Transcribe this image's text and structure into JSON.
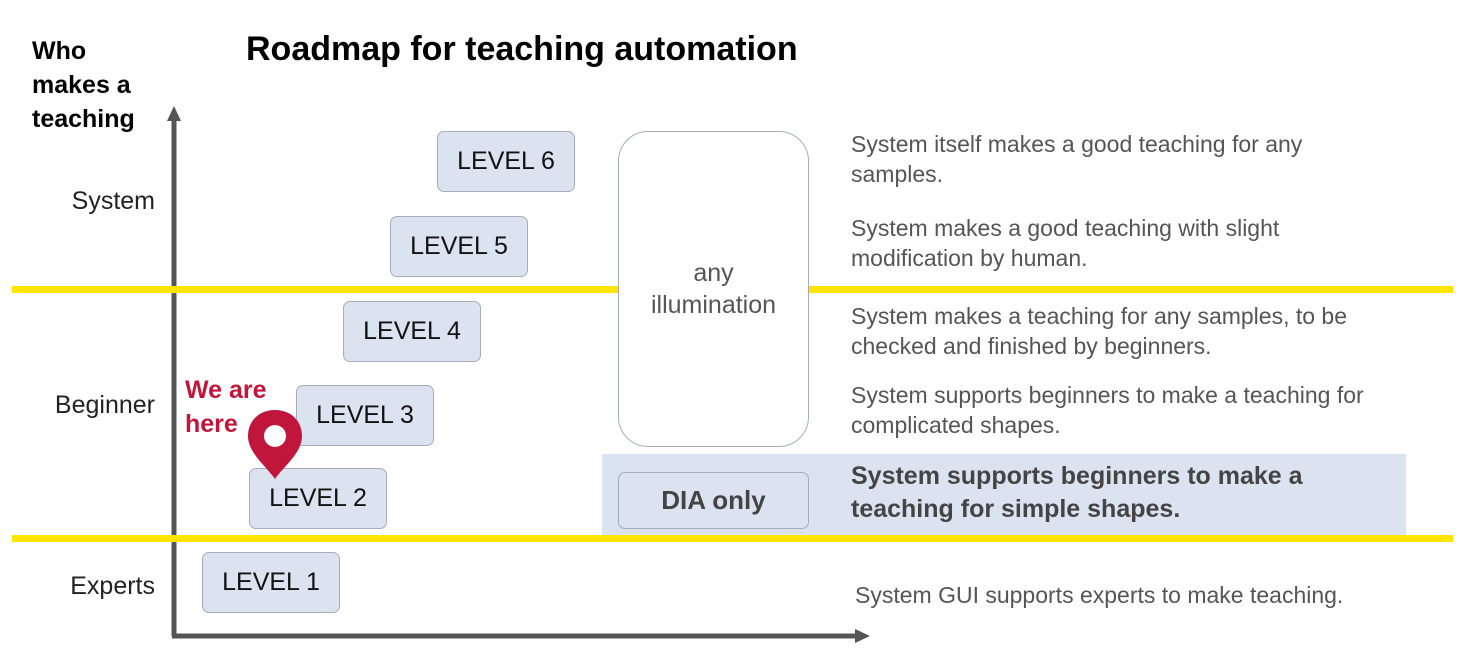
{
  "title": "Roadmap for teaching automation",
  "y_axis_heading": [
    "Who",
    "makes a",
    "teaching"
  ],
  "categories": {
    "system": "System",
    "beginner": "Beginner",
    "experts": "Experts"
  },
  "levels": [
    "LEVEL 1",
    "LEVEL 2",
    "LEVEL 3",
    "LEVEL 4",
    "LEVEL 5",
    "LEVEL 6"
  ],
  "illumination": [
    "any",
    "illumination"
  ],
  "dia_only": "DIA only",
  "marker": [
    "We are",
    "here"
  ],
  "descriptions": {
    "level6": [
      "System itself makes a good teaching for any",
      "samples."
    ],
    "level5": [
      "System makes a good teaching with slight",
      "modification by human."
    ],
    "level4": [
      "System makes a teaching for any samples, to be",
      "checked and finished by beginners."
    ],
    "level3": [
      "System supports beginners to make a teaching for",
      "complicated shapes."
    ],
    "level2": [
      "System supports beginners to make a",
      "teaching for simple shapes."
    ],
    "level1": "System GUI supports experts to make teaching."
  },
  "colors": {
    "divider": "#ffe500",
    "level_fill": "#dbe3f1",
    "marker": "#c0163b",
    "axis": "#555555"
  }
}
